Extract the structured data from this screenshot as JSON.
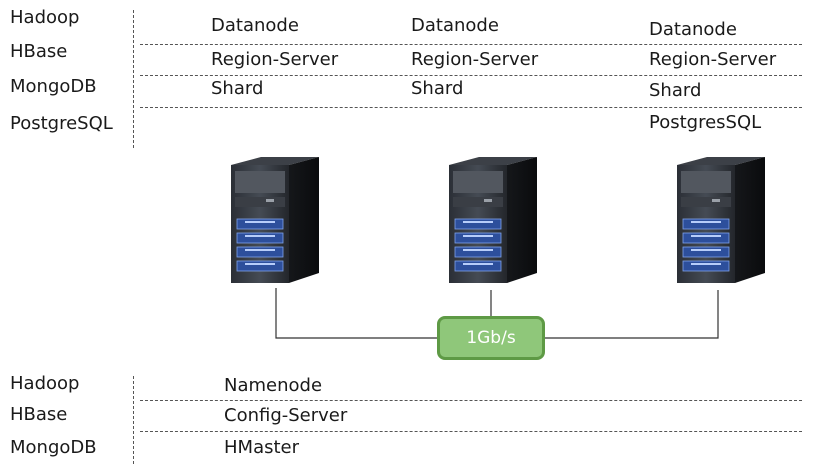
{
  "top_labels": [
    "Hadoop",
    "HBase",
    "MongoDB",
    "PostgreSQL"
  ],
  "nodes": [
    {
      "items": [
        "Datanode",
        "Region-Server",
        "Shard"
      ]
    },
    {
      "items": [
        "Datanode",
        "Region-Server",
        "Shard"
      ]
    },
    {
      "items": [
        "Datanode",
        "Region-Server",
        "Shard",
        "PostgresSQL"
      ]
    }
  ],
  "network": {
    "label": "1Gb/s"
  },
  "bottom_labels": [
    "Hadoop",
    "HBase",
    "MongoDB"
  ],
  "master_items": [
    "Namenode",
    "Config-Server",
    "HMaster"
  ],
  "colors": {
    "link_fill": "#8fc77a",
    "link_border": "#5e9a45",
    "line": "#333333"
  }
}
